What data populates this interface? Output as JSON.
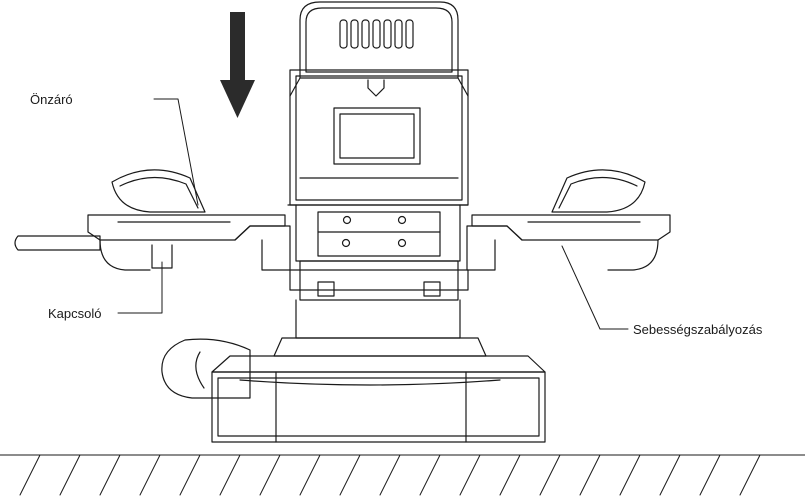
{
  "labels": {
    "self_lock": "Önzáró",
    "switch": "Kapcsoló",
    "speed_control": "Sebességszabályozás"
  },
  "colors": {
    "ink": "#1a1a1a",
    "arrow": "#2b2b2b",
    "background": "#ffffff"
  },
  "icons": {
    "direction": "down-arrow-icon"
  }
}
